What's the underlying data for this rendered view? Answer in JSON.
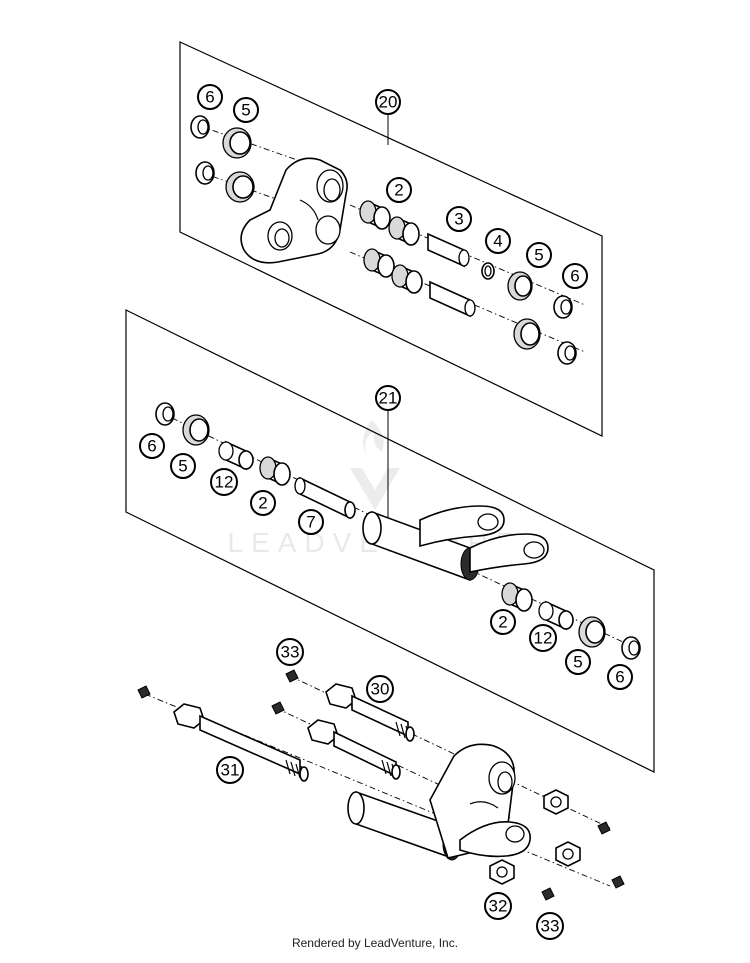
{
  "callouts": {
    "c20": "20",
    "c21": "21",
    "c2a": "2",
    "c3": "3",
    "c4": "4",
    "c5a": "5",
    "c6a": "6",
    "c6b": "6",
    "c5b": "5",
    "c6c": "6",
    "c5c": "5",
    "c12a": "12",
    "c2b": "2",
    "c7": "7",
    "c2c": "2",
    "c12b": "12",
    "c5d": "5",
    "c6d": "6",
    "c33a": "33",
    "c30": "30",
    "c31": "31",
    "c32": "32",
    "c33b": "33"
  },
  "watermark": "LEADVENTURE",
  "footer": "Rendered by LeadVenture, Inc."
}
